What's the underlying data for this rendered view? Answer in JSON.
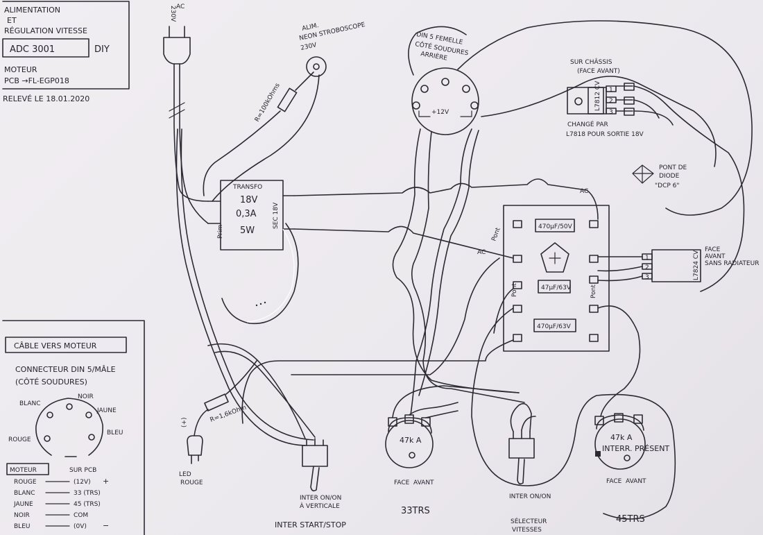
{
  "title_block": {
    "line1": "ALIMENTATION",
    "line2": "ET",
    "line3": "RÉGULATION VITESSE",
    "model": "ADC 3001",
    "diy": "DIY",
    "motor_line1": "MOTEUR",
    "motor_line2": "PCB →FL-EGP018",
    "date": "RELEVÉ LE 18.01.2020"
  },
  "mains": {
    "voltage": "230V",
    "ac": "AC"
  },
  "neon": {
    "line1": "ALIM.",
    "line2": "NEON STROBOSCOPE",
    "line3": "230V"
  },
  "resistor_neon": "R=100kOhms",
  "transfo": {
    "name": "TRANSFO",
    "v": "18V",
    "a": "0,3A",
    "w": "5W",
    "prim": "Prim",
    "sec": "SEC 18V"
  },
  "din_rear": {
    "line1": "DIN 5 FEMELLE",
    "line2": "CÔTÉ SOUDURES",
    "line3": "ARRIÈRE",
    "label": "+12V"
  },
  "regulator": {
    "line1": "SUR CHÂSSIS",
    "line2": "(FACE AVANT)",
    "chip": "L7812 CV",
    "pins": [
      "1",
      "2",
      "3"
    ],
    "cap1": "CHANGÉ PAR",
    "cap2": "L7818 POUR SORTIE 18V"
  },
  "bridge_note": {
    "line1": "PONT DE",
    "line2": "DIODE",
    "line3": "\"DCP 6\""
  },
  "ac_labels": [
    "AC",
    "AC"
  ],
  "pcb": {
    "cap1": "470μF/50V",
    "cap2": "47μF/63V",
    "cap3": "470μF/63V",
    "labels": [
      "Pont",
      "Pont",
      "Pont"
    ]
  },
  "front_chip": {
    "line1": "FACE",
    "line2": "AVANT",
    "line3": "SANS RADIATEUR",
    "chip": "L7824 CV",
    "pins": [
      "1",
      "2",
      "3"
    ]
  },
  "motor_cable": {
    "title": "CÂBLE VERS MOTEUR",
    "connector": "CONNECTEUR DIN 5/MÂLE",
    "side": "(CÔTÉ SOUDURES)",
    "pins": {
      "blanc": "BLANC",
      "noir": "NOIR",
      "jaune": "JAUNE",
      "rouge": "ROUGE",
      "bleu": "BLEU"
    },
    "table_head1": "MOTEUR",
    "table_head2": "SUR PCB",
    "rows": [
      {
        "color": "ROUGE",
        "dest": "(12V)",
        "sign": "+"
      },
      {
        "color": "BLANC",
        "dest": "33 (TRS)",
        "sign": ""
      },
      {
        "color": "JAUNE",
        "dest": "45 (TRS)",
        "sign": ""
      },
      {
        "color": "NOIR",
        "dest": "COM",
        "sign": ""
      },
      {
        "color": "BLEU",
        "dest": "(0V)",
        "sign": "−"
      }
    ]
  },
  "led": {
    "label1": "LED",
    "label2": "ROUGE",
    "side": "(+)",
    "resistor": "R=1,6kOhm"
  },
  "switch_start": {
    "line1": "INTER ON/ON",
    "line2": "À VERTICALE",
    "caption": "INTER START/STOP"
  },
  "pot33": {
    "value": "47k A",
    "label1": "FACE",
    "label2": "AVANT",
    "caption": "33TRS"
  },
  "selector": {
    "line1": "INTER ON/ON",
    "caption1": "SÉLECTEUR",
    "caption2": "VITESSES"
  },
  "pot45": {
    "value": "47k A",
    "inner": "INTERR. PRÉSENT",
    "label1": "FACE",
    "label2": "AVANT",
    "caption": "45TRS"
  }
}
